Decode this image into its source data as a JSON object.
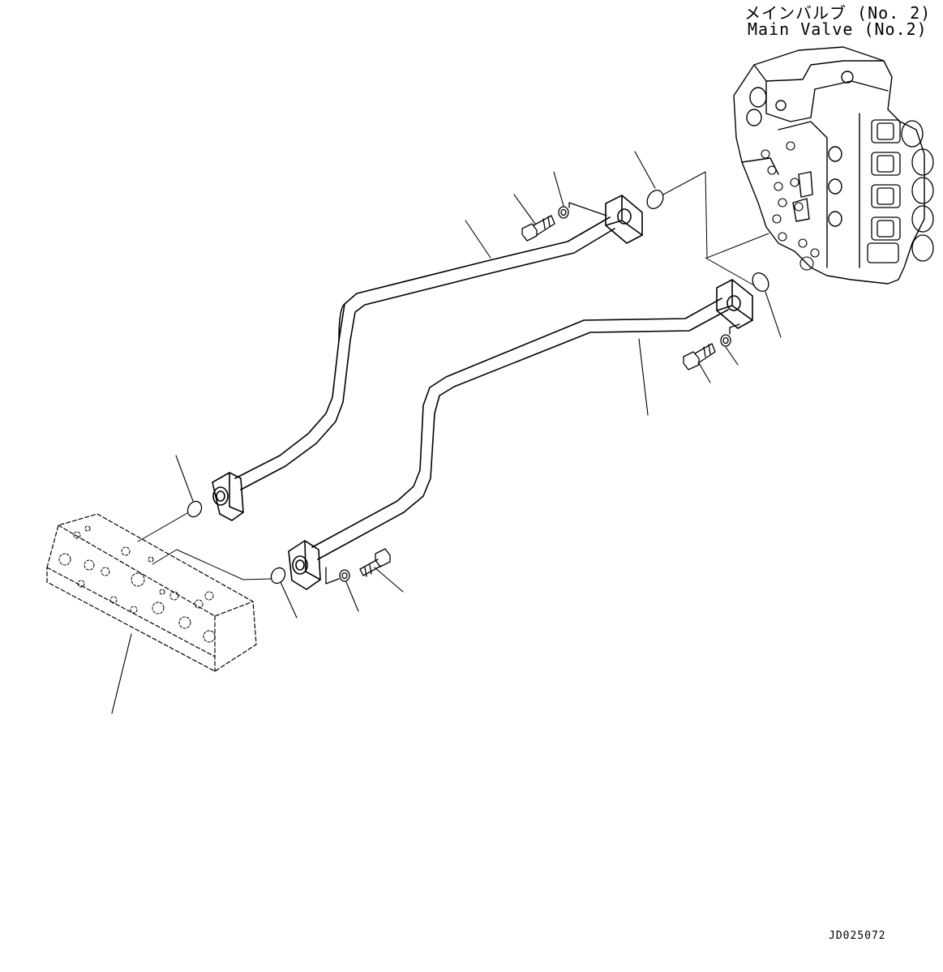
{
  "title": {
    "japanese": "メインバルブ (No. 2)",
    "english": "Main Valve (No.2)"
  },
  "drawing_code": "JD025072",
  "parts": [
    {
      "name": "main-valve-no2",
      "icon": "valve-block-icon"
    },
    {
      "name": "manifold-block",
      "icon": "manifold-icon"
    },
    {
      "name": "tube-upper",
      "icon": "tube-icon"
    },
    {
      "name": "tube-lower",
      "icon": "tube-icon"
    },
    {
      "name": "o-ring",
      "icon": "o-ring-icon"
    },
    {
      "name": "bolt",
      "icon": "bolt-icon"
    },
    {
      "name": "washer",
      "icon": "washer-icon"
    }
  ]
}
